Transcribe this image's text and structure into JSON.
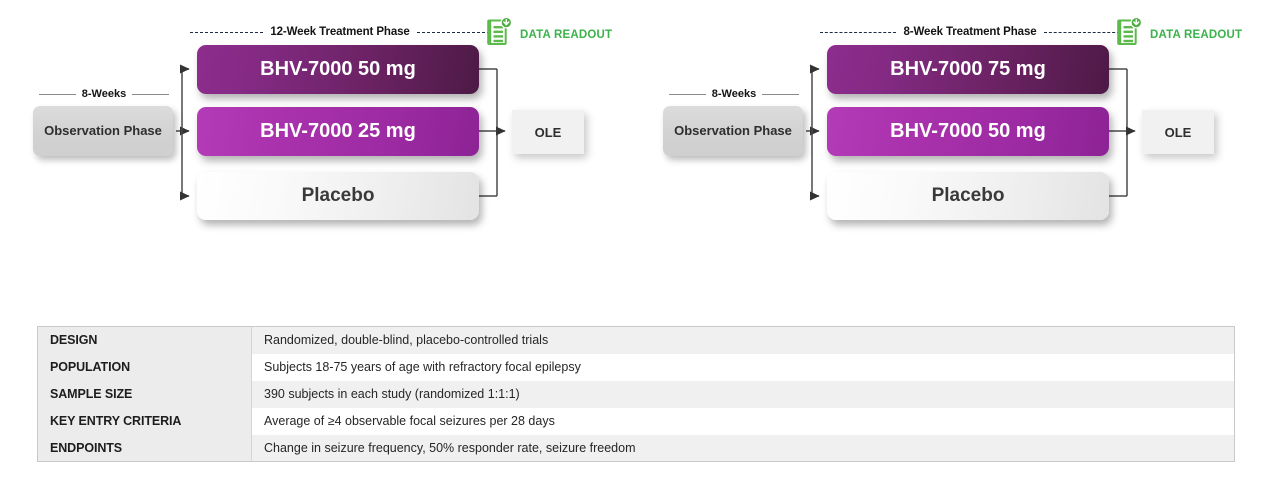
{
  "studies": [
    {
      "id": "study-left",
      "observation": {
        "duration_label": "8-Weeks",
        "box_label": "Observation Phase"
      },
      "phase_title": "12-Week Treatment Phase",
      "arms": [
        {
          "label": "BHV-7000 50 mg",
          "style": "dark"
        },
        {
          "label": "BHV-7000 25 mg",
          "style": "bright"
        },
        {
          "label": "Placebo",
          "style": "placebo"
        }
      ],
      "extension": {
        "label": "OLE"
      },
      "readout": {
        "label": "DATA READOUT",
        "icon": "data-readout-icon"
      }
    },
    {
      "id": "study-right",
      "observation": {
        "duration_label": "8-Weeks",
        "box_label": "Observation Phase"
      },
      "phase_title": "8-Week Treatment Phase",
      "arms": [
        {
          "label": "BHV-7000 75 mg",
          "style": "dark"
        },
        {
          "label": "BHV-7000 50 mg",
          "style": "bright"
        },
        {
          "label": "Placebo",
          "style": "placebo"
        }
      ],
      "extension": {
        "label": "OLE"
      },
      "readout": {
        "label": "DATA READOUT",
        "icon": "data-readout-icon"
      }
    }
  ],
  "summary": {
    "rows": [
      {
        "label": "DESIGN",
        "value": "Randomized, double-blind, placebo-controlled trials"
      },
      {
        "label": "POPULATION",
        "value": "Subjects 18-75 years of age with refractory focal epilepsy"
      },
      {
        "label": "SAMPLE SIZE",
        "value": "390 subjects in each study (randomized 1:1:1)"
      },
      {
        "label": "KEY ENTRY CRITERIA",
        "value": "Average of ≥4 observable focal seizures per 28 days"
      },
      {
        "label": "ENDPOINTS",
        "value": "Change in seizure frequency, 50% responder rate, seizure freedom"
      }
    ]
  },
  "colors": {
    "arm_dark_purple": "#6a2262",
    "arm_bright_purple": "#a82fab",
    "readout_green": "#3bb24a",
    "observation_gray": "#d4d4d4",
    "connector": "#404040"
  }
}
